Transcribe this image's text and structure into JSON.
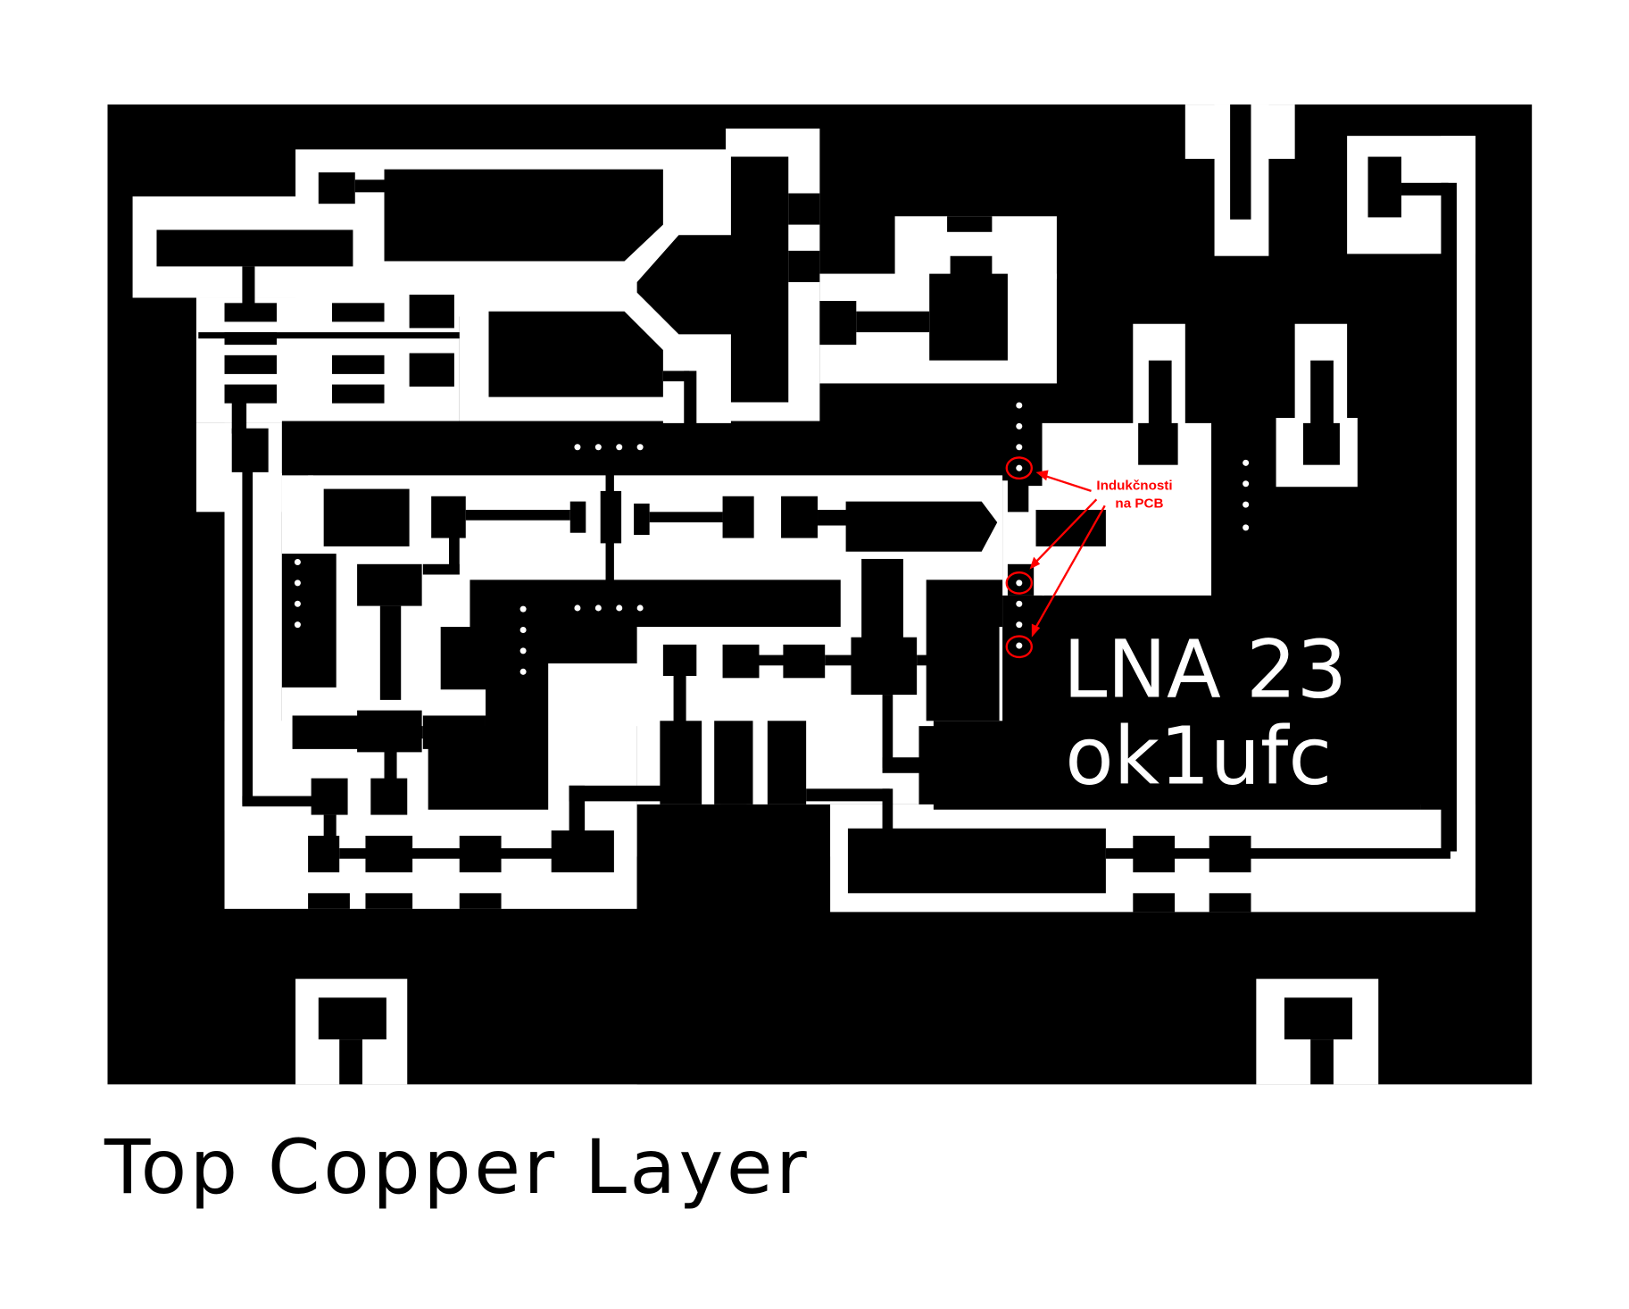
{
  "board": {
    "label_line1": "LNA 23",
    "label_line2": "ok1ufc",
    "caption": "Top Copper Layer",
    "copper_color": "#000000",
    "clearance_color": "#ffffff"
  },
  "annotation": {
    "line1": "Indukčnosti",
    "line2": "na PCB",
    "color": "#ff0000"
  }
}
